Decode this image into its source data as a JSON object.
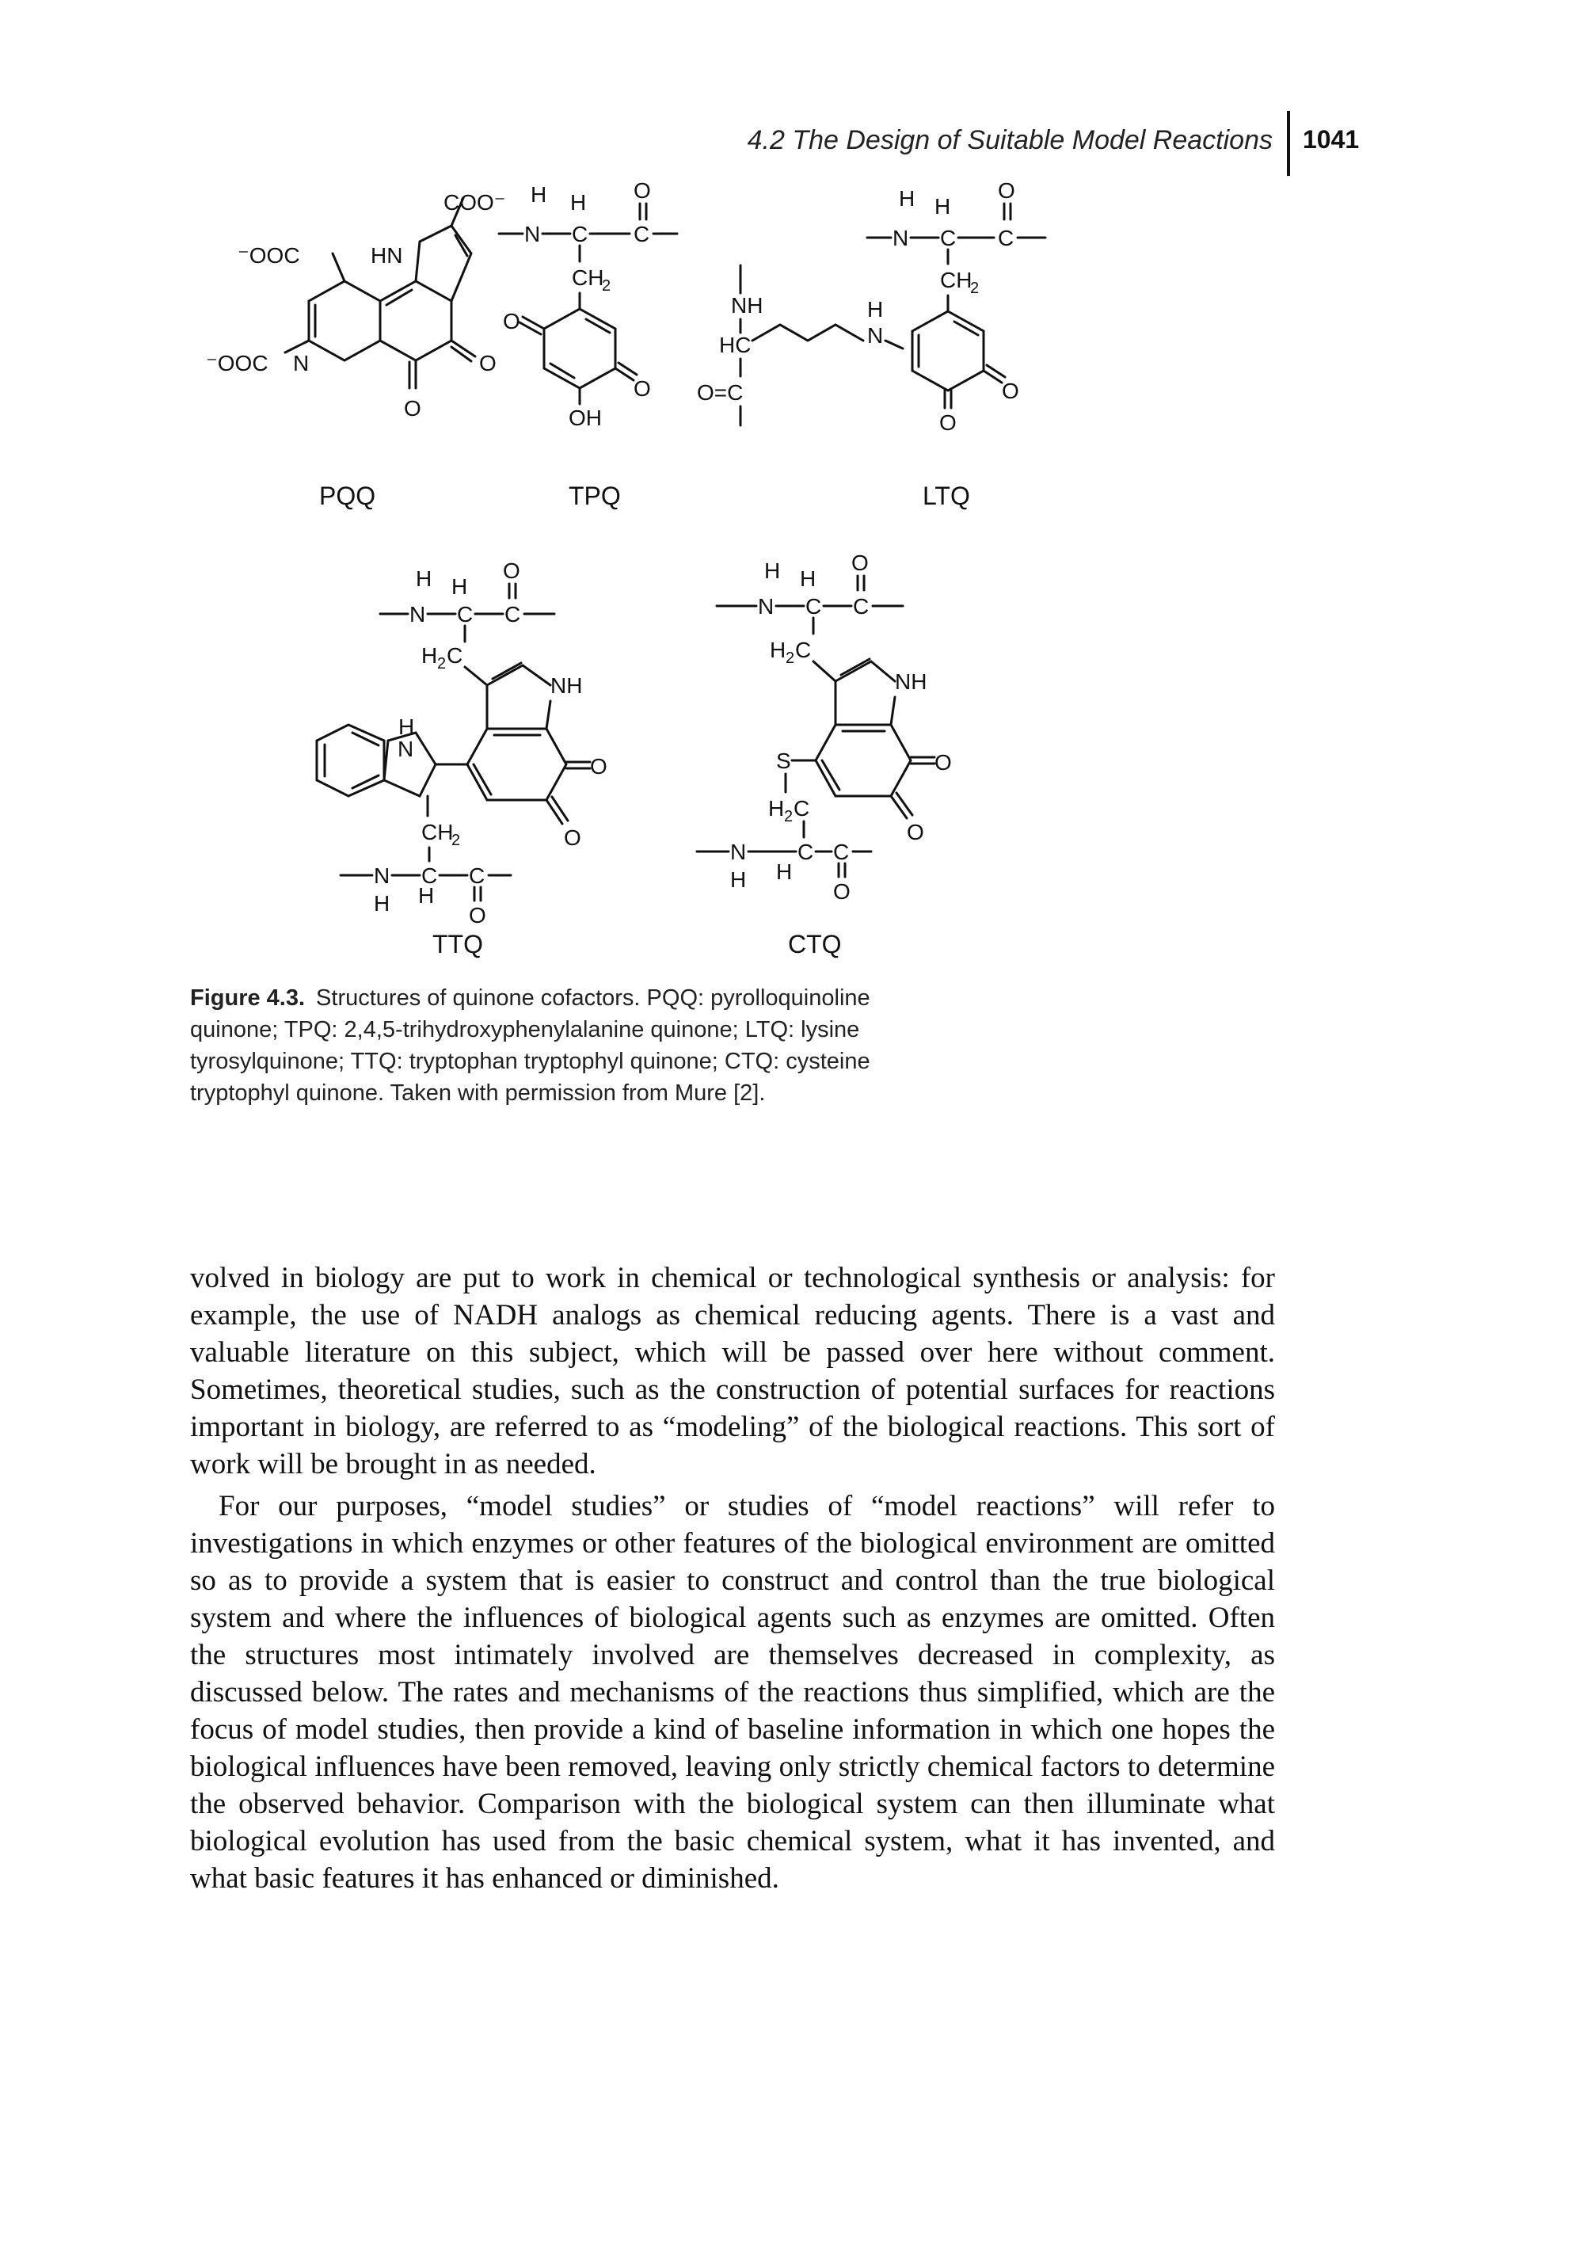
{
  "header": {
    "section_title": "4.2 The Design of Suitable Model Reactions",
    "page_number": "1041"
  },
  "figure": {
    "labels": {
      "pqq": "PQQ",
      "tpq": "TPQ",
      "ltq": "LTQ",
      "ttq": "TTQ",
      "ctq": "CTQ"
    },
    "caption": {
      "label": "Figure 4.3.",
      "text": "Structures of quinone cofactors. PQQ: pyrolloquinoline quinone; TPQ: 2,4,5-trihydroxyphenylalanine quinone; LTQ: lysine tyrosylquinone; TTQ: tryptophan tryptophyl quinone; CTQ: cysteine tryptophyl quinone. Taken with permission from Mure [2]."
    }
  },
  "body": {
    "paragraph_1": "volved in biology are put to work in chemical or technological synthesis or analysis: for example, the use of NADH analogs as chemical reducing agents. There is a vast and valuable literature on this subject, which will be passed over here without comment. Sometimes, theoretical studies, such as the construction of potential surfaces for reactions important in biology, are referred to as “modeling” of the biological reactions. This sort of work will be brought in as needed.",
    "paragraph_2": "For our purposes, “model studies” or studies of “model reactions” will refer to investigations in which enzymes or other features of the biological environment are omitted so as to provide a system that is easier to construct and control than the true biological system and where the influences of biological agents such as enzymes are omitted. Often the structures most intimately involved are themselves decreased in complexity, as discussed below. The rates and mechanisms of the reactions thus simplified, which are the focus of model studies, then provide a kind of baseline information in which one hopes the biological influences have been removed, leaving only strictly chemical factors to determine the observed behavior. Comparison with the biological system can then illuminate what biological evolution has used from the basic chemical system, what it has invented, and what basic features it has enhanced or diminished."
  }
}
